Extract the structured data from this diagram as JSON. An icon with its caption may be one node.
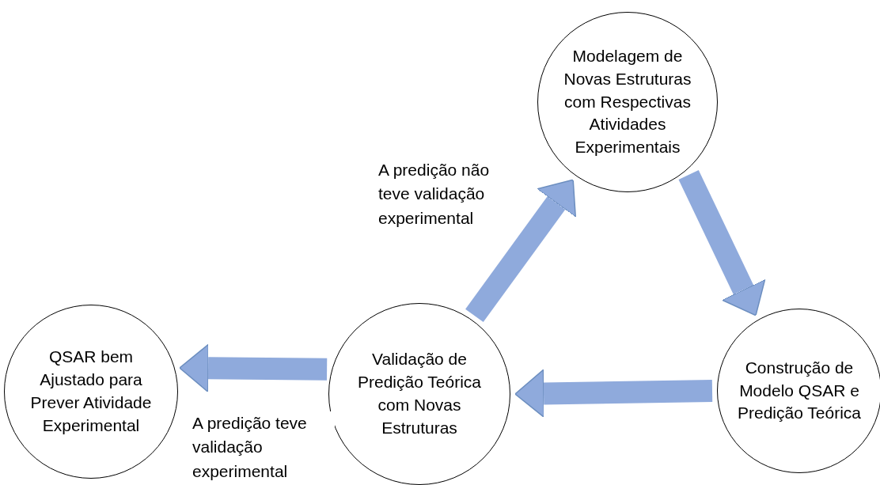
{
  "diagram": {
    "nodes": [
      {
        "text": [
          "Modelagem de Novas Estruturas com Respectivas Atividades Experimentais"
        ]
      },
      {
        "text": [
          "Construção de Modelo QSAR e Predição Teórica"
        ]
      },
      {
        "text": [
          "Validação de Predição Teórica com Novas Estruturas"
        ]
      },
      {
        "text": [
          "QSAR bem Ajustado para Prever Atividade Experimental"
        ]
      }
    ],
    "edges": [
      {
        "from": 2,
        "to": 0,
        "arrow": "to",
        "label": "A predição não teve validação experimental"
      },
      {
        "from": 0,
        "to": 1,
        "arrow": "to"
      },
      {
        "from": 1,
        "to": 2,
        "arrow": "to"
      },
      {
        "from": 2,
        "to": 3,
        "arrow": "to",
        "label": "A predição teve validação experimental"
      }
    ]
  }
}
